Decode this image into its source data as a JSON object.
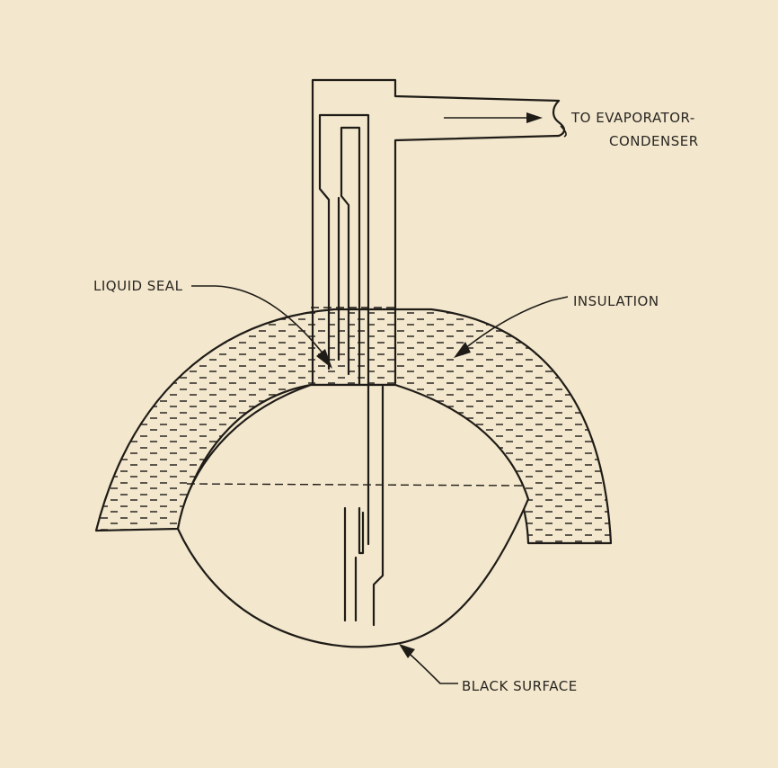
{
  "labels": {
    "to_evaporator_line1": "TO EVAPORATOR-",
    "to_evaporator_line2": "CONDENSER",
    "liquid_seal": "LIQUID SEAL",
    "insulation": "INSULATION",
    "black_surface": "BLACK SURFACE"
  },
  "colors": {
    "paper": "#f3e8cd",
    "ink": "#1f1b17"
  }
}
